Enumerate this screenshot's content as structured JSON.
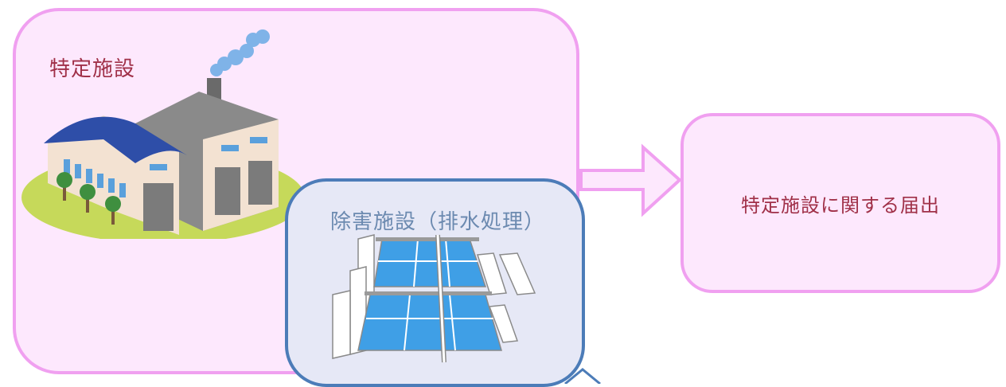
{
  "specified_facility": {
    "label": "特定施設",
    "icon": "factory-icon"
  },
  "treatment_facility": {
    "label": "除害施設（排水処理）",
    "icon": "water-treatment-icon"
  },
  "notification": {
    "label": "特定施設に関する届出"
  },
  "arrow": {
    "icon": "arrow-right-icon"
  },
  "colors": {
    "pink_border": "#f0a0f0",
    "pink_fill": "#fde8fd",
    "blue_border": "#4c7cb8",
    "blue_fill": "#e6e8f6",
    "label_red": "#a03048",
    "label_blue": "#6c8ab0"
  }
}
